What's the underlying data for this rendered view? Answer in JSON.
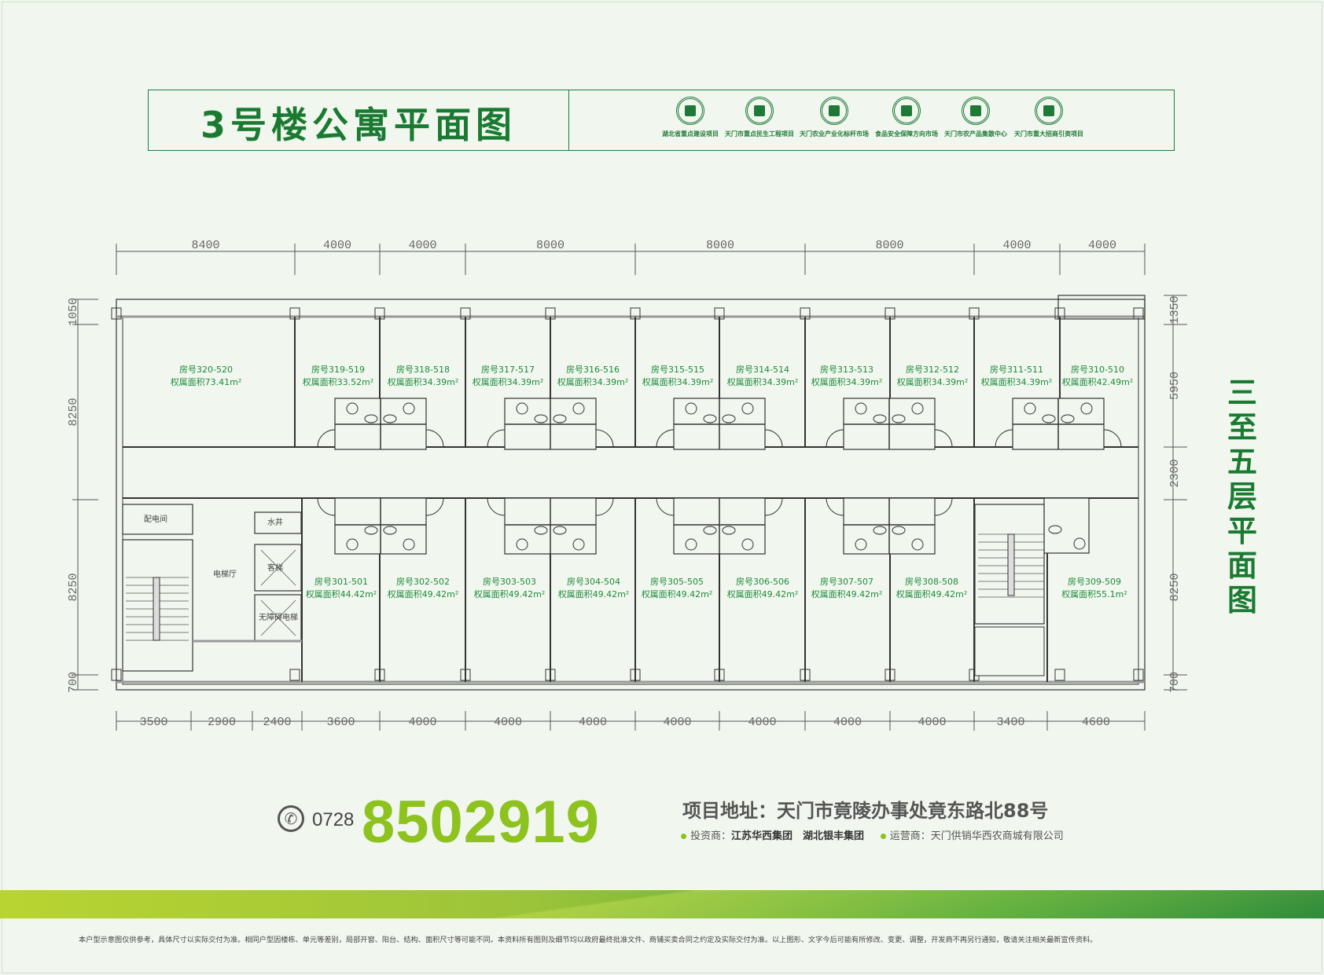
{
  "header": {
    "title": "3号楼公寓平面图",
    "accent_color": "#1a7a32",
    "honors": [
      {
        "icon": "buildings-icon",
        "label": "湖北省重点建设项目"
      },
      {
        "icon": "location-pin-icon",
        "label": "天门市重点民生工程项目"
      },
      {
        "icon": "target-icon",
        "label": "天门农业产业化标杆市场"
      },
      {
        "icon": "shield-icon",
        "label": "食品安全保障方向市场"
      },
      {
        "icon": "grid-icon",
        "label": "天门市农产品集散中心"
      },
      {
        "icon": "stack-icon",
        "label": "天门市重大招商引资项目"
      }
    ]
  },
  "floor_title": "三至五层平面图",
  "dimensions": {
    "top": [
      "8400",
      "4000",
      "4000",
      "8000",
      "8000",
      "8000",
      "4000",
      "4000"
    ],
    "bottom": [
      "3500",
      "2900",
      "2400",
      "3600",
      "4000",
      "4000",
      "4000",
      "4000",
      "4000",
      "4000",
      "4000",
      "3400",
      "4600"
    ],
    "left": [
      "1050",
      "8250",
      "8250",
      "700"
    ],
    "right": [
      "1350",
      "5950",
      "2300",
      "8250",
      "700"
    ]
  },
  "rooms_north": [
    {
      "number": "房号320-520",
      "area": "权属面积73.41m²"
    },
    {
      "number": "房号319-519",
      "area": "权属面积33.52m²"
    },
    {
      "number": "房号318-518",
      "area": "权属面积34.39m²"
    },
    {
      "number": "房号317-517",
      "area": "权属面积34.39m²"
    },
    {
      "number": "房号316-516",
      "area": "权属面积34.39m²"
    },
    {
      "number": "房号315-515",
      "area": "权属面积34.39m²"
    },
    {
      "number": "房号314-514",
      "area": "权属面积34.39m²"
    },
    {
      "number": "房号313-513",
      "area": "权属面积34.39m²"
    },
    {
      "number": "房号312-512",
      "area": "权属面积34.39m²"
    },
    {
      "number": "房号311-511",
      "area": "权属面积34.39m²"
    },
    {
      "number": "房号310-510",
      "area": "权属面积42.49m²"
    }
  ],
  "rooms_south": [
    {
      "number": "房号301-501",
      "area": "权属面积44.42m²"
    },
    {
      "number": "房号302-502",
      "area": "权属面积49.42m²"
    },
    {
      "number": "房号303-503",
      "area": "权属面积49.42m²"
    },
    {
      "number": "房号304-504",
      "area": "权属面积49.42m²"
    },
    {
      "number": "房号305-505",
      "area": "权属面积49.42m²"
    },
    {
      "number": "房号306-506",
      "area": "权属面积49.42m²"
    },
    {
      "number": "房号307-507",
      "area": "权属面积49.42m²"
    },
    {
      "number": "房号308-508",
      "area": "权属面积49.42m²"
    },
    {
      "number": "房号309-509",
      "area": "权属面积55.1m²"
    }
  ],
  "facilities": {
    "power_room": "配电间",
    "water_well": "水井",
    "passenger_elevator": "客梯",
    "accessible_elevator": "无障碍电梯",
    "elevator_hall": "电梯厅"
  },
  "contact": {
    "phone_icon": "phone-icon",
    "area_code": "0728",
    "phone": "8502919",
    "phone_color": "#8dc21f",
    "address": "项目地址：天门市竟陵办事处竟东路北88号",
    "investor_label": "投资商：",
    "investors": "江苏华西集团　湖北银丰集团",
    "operator_label": "运营商：",
    "operator": "天门供销华西农商城有限公司"
  },
  "disclaimer": "本户型示意图仅供参考，具体尺寸以实际交付为准。相同户型因楼栋、单元等差别，局部开窗、阳台、结构、面积尺寸等可能不同。本资料所有图则及细节均以政府最终批准文件、商铺买卖合同之约定及实际交付为准。以上图形、文字今后可能有所修改、变更、调整，开发商不再另行通知，敬请关注相关最新宣传资料。"
}
